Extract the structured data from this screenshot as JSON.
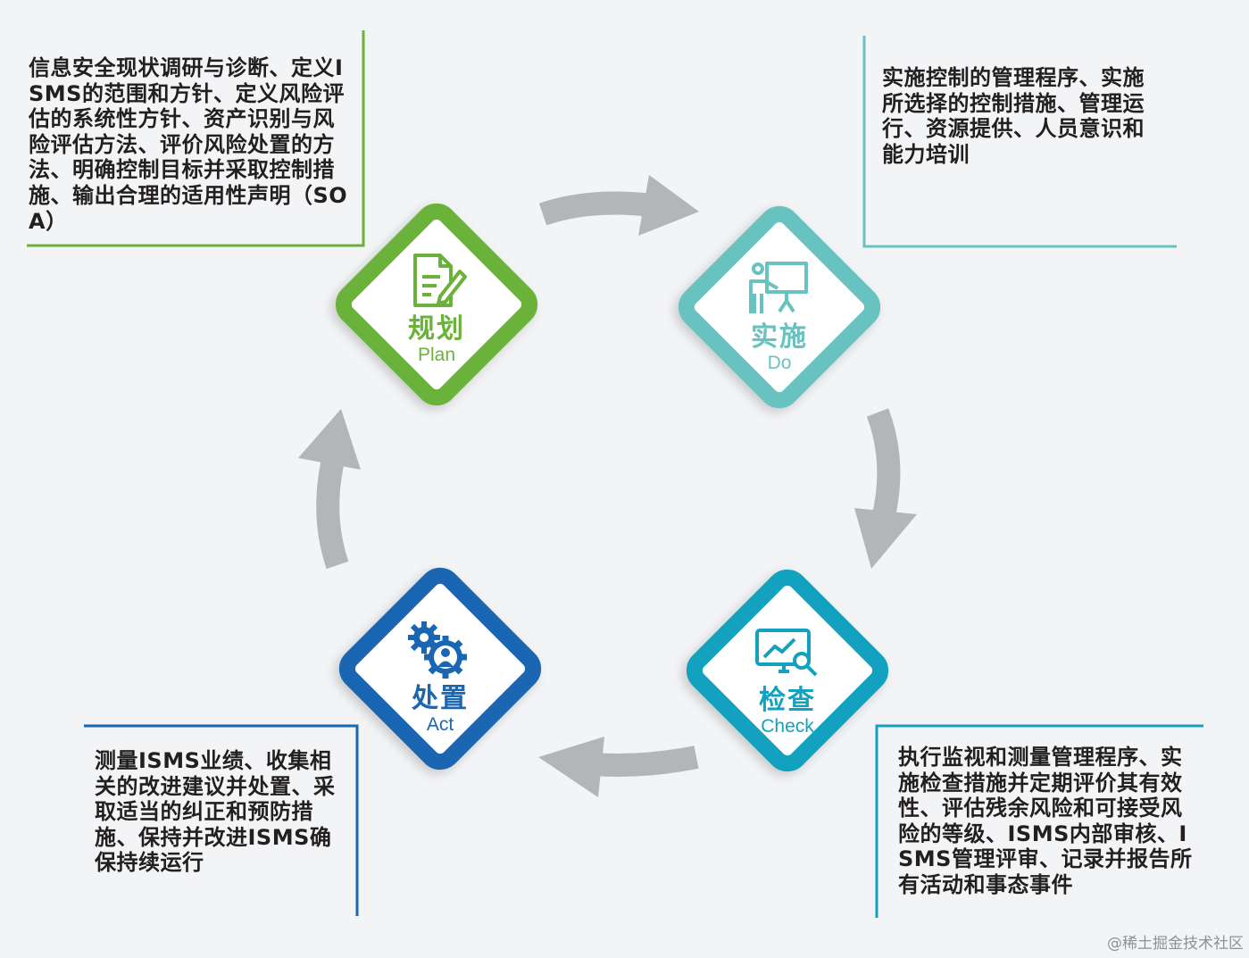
{
  "stages": {
    "plan": {
      "name_cn": "规划",
      "name_en": "Plan",
      "color": "#6ab23a",
      "icon": "document-edit-icon",
      "description": "信息安全现状调研与诊断、定义ISMS的范围和方针、定义风险评估的系统性方针、资产识别与风险评估方法、评价风险处置的方法、明确控制目标并采取控制措施、输出合理的适用性声明（SOA）"
    },
    "do": {
      "name_cn": "实施",
      "name_en": "Do",
      "color": "#68c3c0",
      "icon": "presenter-board-icon",
      "description": "实施控制的管理程序、实施所选择的控制措施、管理运行、资源提供、人员意识和能力培训"
    },
    "check": {
      "name_cn": "检查",
      "name_en": "Check",
      "color": "#12a2bf",
      "icon": "monitor-chart-magnifier-icon",
      "description": "执行监视和测量管理程序、实施检查措施并定期评价其有效性、评估残余风险和可接受风险的等级、ISMS内部审核、ISMS管理评审、记录并报告所有活动和事态事件"
    },
    "act": {
      "name_cn": "处置",
      "name_en": "Act",
      "color": "#1a66b2",
      "icon": "gear-person-icon",
      "description": "测量ISMS业绩、收集相关的改进建议并处置、采取适当的纠正和预防措施、保持并改进ISMS确保持续运行"
    }
  },
  "arrow_color": "#b3b5b8",
  "watermark": "@稀土掘金技术社区"
}
